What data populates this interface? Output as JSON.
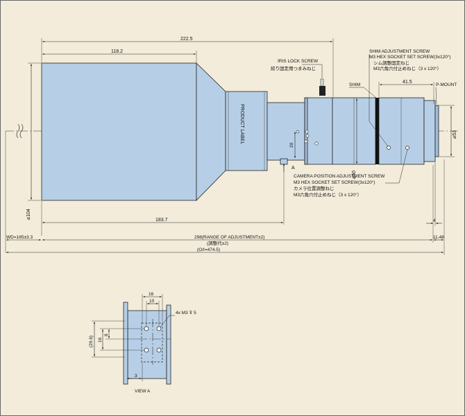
{
  "colors": {
    "background": "#f3ecda",
    "lens_body": "#b7cfe6",
    "lens_shade": "#9fbcdb",
    "line": "#222222"
  },
  "dimensions": {
    "overall_length": "222.5",
    "front_length": "118.2",
    "body_length": "183.7",
    "mount_length": "41.5",
    "wd": "WD=165±3.3",
    "range": "298(RANGE OF ADJUSTMENT±2)",
    "range_jp": "(調整代±2)",
    "oi": "(O/I=474.5)",
    "dia_front": "104",
    "dia_mid": "50",
    "dia_rear": "53",
    "height_20": "20",
    "flange_4": "4",
    "flange_1148": "11.48",
    "view_16": "16",
    "view_10": "10",
    "view_206": "(20.6)",
    "view_16v": "16",
    "view_8": "8",
    "view_3": "3",
    "view_screw": "4x M3",
    "view_depth": "5"
  },
  "labels": {
    "iris_lock": "IRIS LOCK SCREW",
    "iris_lock_jp": "絞り固定用つまみねじ",
    "shim_adj_1": "SHIM ADJUSTMENT SCREW",
    "shim_adj_2": "M3 HEX SOCKET SET SCREW(3x120°)",
    "shim_adj_3": "シム調整固定ねじ",
    "shim_adj_4": "M3六角穴付止めねじ（3 x 120°）",
    "shim": "SHIM",
    "pmount": "P-MOUNT",
    "product_label": "PRODUCT LABEL",
    "cam_pos_1": "CAMERA POSITION ADJUSTMENT SCREW",
    "cam_pos_2": "M3 HEX SOCKET SET SCREW(3x120°)",
    "cam_pos_3": "カメラ位置調整ねじ",
    "cam_pos_4": "M3六角穴付止めねじ（3 x 120°）",
    "view_a_marker": "A",
    "view_a": "VIEW A"
  }
}
